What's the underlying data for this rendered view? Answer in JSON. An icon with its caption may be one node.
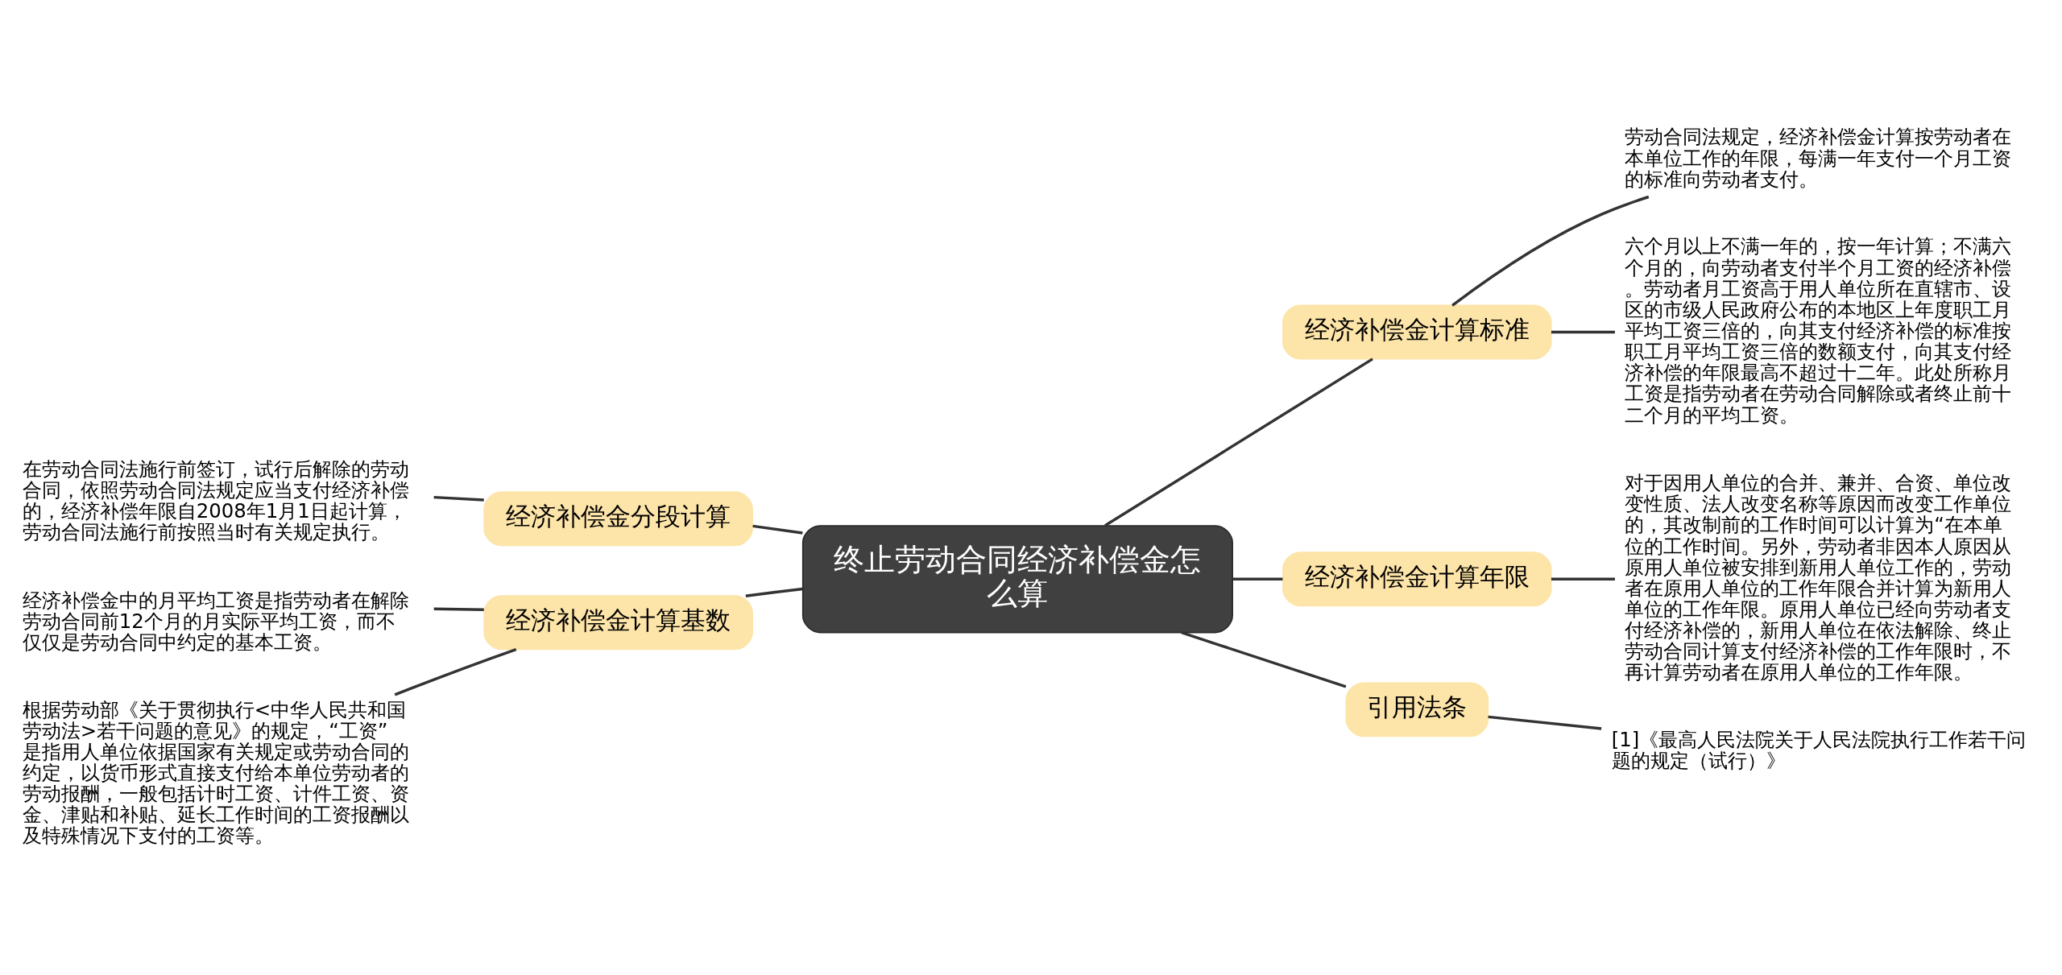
{
  "diagram": {
    "nodes": [
      {
        "text": [
          "终止劳动合同经济补偿金怎么算"
        ]
      },
      {
        "text": [
          "经济补偿金计算标准"
        ]
      },
      {
        "text": [
          "劳动合同法规定，经济补偿金计算按劳动者在本单位工作的年限，每满一年支付一个月工资的标准向劳动者支付。"
        ]
      },
      {
        "text": [
          "六个月以上不满一年的，按一年计算；不满六个月的，向劳动者支付半个月工资的经济补偿。劳动者月工资高于用人单位所在直辖市、设区的市级人民政府公布的本地区上年度职工月平均工资三倍的，向其支付经济补偿的标准按职工月平均工资三倍的数额支付，向其支付经济补偿的年限最高不超过十二年。此处所称月工资是指劳动者在劳动合同解除或者终止前十二个月的平均工资。"
        ]
      },
      {
        "text": [
          "经济补偿金计算年限"
        ]
      },
      {
        "text": [
          "对于因用人单位的合并、兼并、合资、单位改变性质、法人改变名称等原因而改变工作单位的，其改制前的工作时间可以计算为“在本单位的工作时间。另外，劳动者非因本人原因从原用人单位被安排到新用人单位工作的，劳动者在原用人单位的工作年限合并计算为新用人单位的工作年限。原用人单位已经向劳动者支付经济补偿的，新用人单位在依法解除、终止劳动合同计算支付经济补偿的工作年限时，不再计算劳动者在原用人单位的工作年限。"
        ]
      },
      {
        "text": [
          "引用法条"
        ]
      },
      {
        "text": [
          "[1]《最高人民法院关于人民法院执行工作若干问题的规定（试行）》"
        ]
      },
      {
        "text": [
          "经济补偿金分段计算"
        ]
      },
      {
        "text": [
          "在劳动合同法施行前签订，试行后解除的劳动合同，依照劳动合同法规定应当支付经济补偿的，经济补偿年限自2008年1月1日起计算，劳动合同法施行前按照当时有关规定执行。"
        ]
      },
      {
        "text": [
          "经济补偿金计算基数"
        ]
      },
      {
        "text": [
          "经济补偿金中的月平均工资是指劳动者在解除劳动合同前12个月的月实际平均工资，而不仅仅是劳动合同中约定的基本工资。"
        ]
      },
      {
        "text": [
          "根据劳动部《关于贯彻执行<中华人民共和国劳动法>若干问题的意见》的规定，“工资”是指用人单位依据国家有关规定或劳动合同的约定，以货币形式直接支付给本单位劳动者的劳动报酬，一般包括计时工资、计件工资、资金、津贴和补贴、延长工作时间的工资报酬以及特殊情况下支付的工资等。"
        ]
      }
    ],
    "edges": [
      {
        "from": 0,
        "to": 1,
        "arrow": "none"
      },
      {
        "from": 1,
        "to": 2,
        "arrow": "none"
      },
      {
        "from": 1,
        "to": 3,
        "arrow": "none"
      },
      {
        "from": 0,
        "to": 4,
        "arrow": "none"
      },
      {
        "from": 4,
        "to": 5,
        "arrow": "none"
      },
      {
        "from": 0,
        "to": 6,
        "arrow": "none"
      },
      {
        "from": 6,
        "to": 7,
        "arrow": "none"
      },
      {
        "from": 0,
        "to": 8,
        "arrow": "none"
      },
      {
        "from": 8,
        "to": 9,
        "arrow": "none"
      },
      {
        "from": 0,
        "to": 10,
        "arrow": "none"
      },
      {
        "from": 10,
        "to": 11,
        "arrow": "none"
      },
      {
        "from": 10,
        "to": 12,
        "arrow": "none"
      }
    ]
  }
}
